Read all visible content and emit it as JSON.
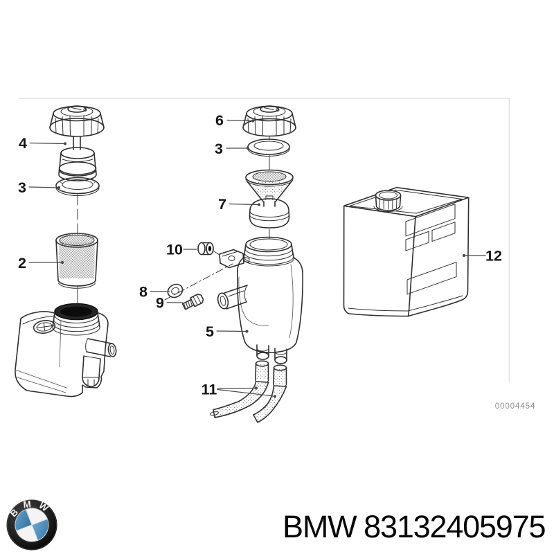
{
  "colors": {
    "ink": "#151515",
    "line": "#2e2e2e",
    "leader": "#474747",
    "frame_line": "#e2e2e2",
    "code_text": "#8c8c8c",
    "footer_text": "#060606",
    "logo_blue": "#4a8cc0"
  },
  "diagram": {
    "drawing_number": "00004454",
    "callouts": [
      {
        "label": "4"
      },
      {
        "label": "3"
      },
      {
        "label": "2"
      },
      {
        "label": "6"
      },
      {
        "label": "3"
      },
      {
        "label": "7"
      },
      {
        "label": "10"
      },
      {
        "label": "8"
      },
      {
        "label": "9"
      },
      {
        "label": "5"
      },
      {
        "label": "11"
      },
      {
        "label": "12"
      }
    ]
  },
  "footer": {
    "brand": "BMW",
    "part_number": "83132405975",
    "logo_letters": "BMW"
  }
}
